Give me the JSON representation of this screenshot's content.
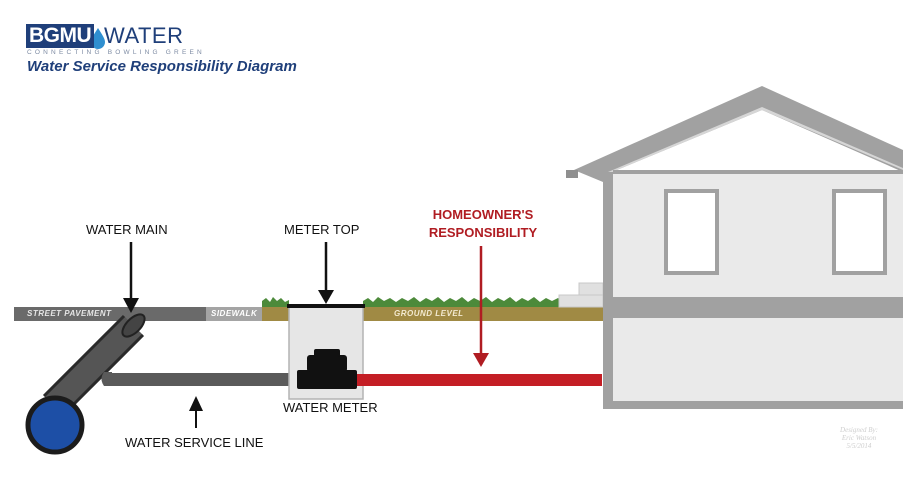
{
  "header": {
    "logo_brand": "BGMU",
    "logo_water": "WATER",
    "logo_tagline": "CONNECTING BOWLING GREEN",
    "title": "Water Service Responsibility Diagram"
  },
  "labels": {
    "water_main": "WATER MAIN",
    "meter_top": "METER TOP",
    "homeowner_line1": "HOMEOWNER'S",
    "homeowner_line2": "RESPONSIBILITY",
    "street_pavement": "STREET PAVEMENT",
    "sidewalk": "SIDEWALK",
    "ground_level": "GROUND LEVEL",
    "water_meter": "WATER METER",
    "water_service_line": "WATER SERVICE LINE"
  },
  "credit": {
    "line1": "Designed By:",
    "line2": "Eric Watson",
    "line3": "5/5/2014"
  },
  "colors": {
    "brand_blue": "#1f3f7a",
    "pipe_blue": "#1d4fa6",
    "responsibility_red": "#c41e25",
    "service_line_gray": "#5a5a5a",
    "ground_brown": "#a08a44",
    "grass_green": "#4c8a3a",
    "house_gray": "#eaeaea"
  }
}
